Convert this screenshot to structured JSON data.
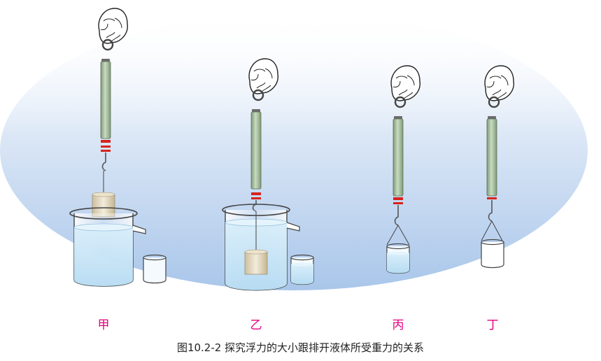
{
  "labels": {
    "jia": "甲",
    "yi": "乙",
    "bing": "丙",
    "ding": "丁"
  },
  "caption": "图10.2-2   探究浮力的大小跟排开液体所受重力的关系",
  "colors": {
    "label": "#e4007f",
    "backdrop": "#bcd3ee",
    "water": "#cbe6f6",
    "scale_body": "#a9bf9f",
    "scale_band": "#d8231c",
    "block": "#e6dcc6"
  }
}
